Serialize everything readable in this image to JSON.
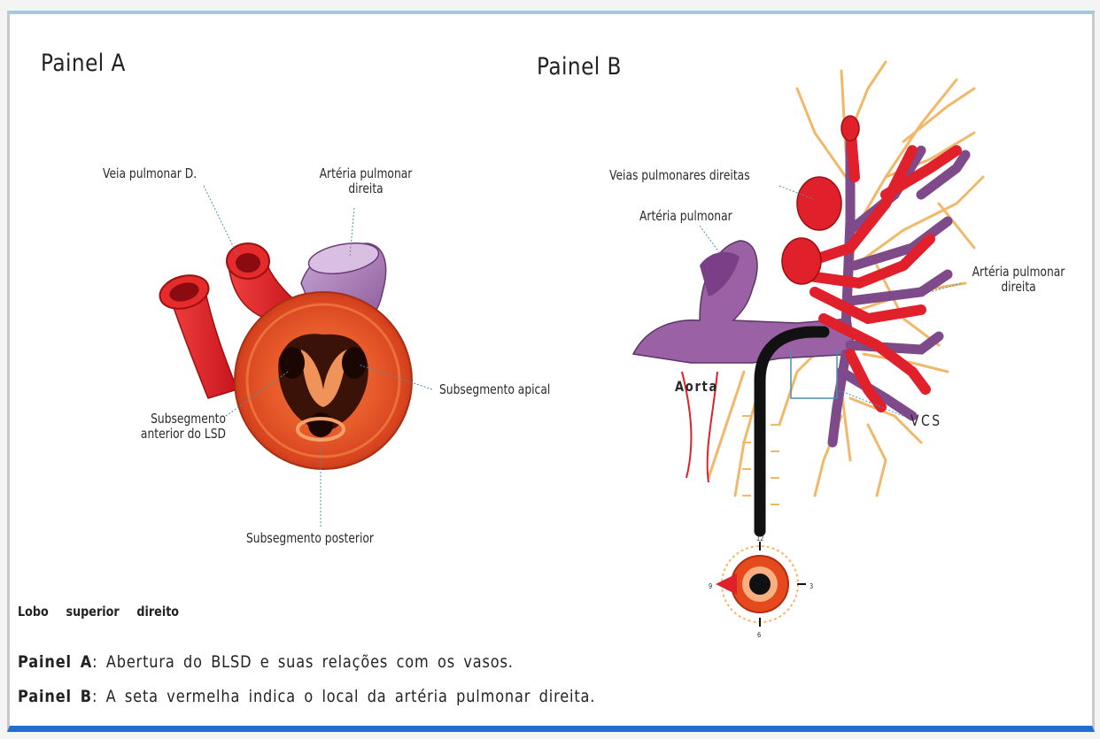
{
  "panel_a": {
    "title": "Painel A",
    "labels": {
      "vein": "Veia pulmonar D.",
      "artery_line1": "Artéria pulmonar",
      "artery_line2": "direita",
      "apical": "Subsegmento apical",
      "anterior_line1": "Subsegmento",
      "anterior_line2": "anterior do LSD",
      "posterior": "Subsegmento posterior"
    }
  },
  "panel_b": {
    "title": "Painel B",
    "labels": {
      "veins": "Veias pulmonares direitas",
      "artery": "Artéria pulmonar",
      "right_artery_line1": "Artéria pulmonar",
      "right_artery_line2": "direita",
      "aorta": "Aorta",
      "vcs": "VCS"
    },
    "clock_labels": {
      "top": "12",
      "right": "3",
      "bottom": "6",
      "left": "9"
    }
  },
  "lobe_label": "Lobo superior direito",
  "captions": [
    {
      "key": "Painel A",
      "text": ": Abertura do BLSD e suas relações com os vasos."
    },
    {
      "key": "Painel B",
      "text": ": A seta vermelha indica o local da artéria pulmonar direita."
    }
  ],
  "colors": {
    "artery_red": "#e0202a",
    "vein_purple": "#8e4f8a",
    "bronchus_orange": "#e9592a",
    "lymph_yellow": "#f2b86a",
    "frame_blue": "#1f6fd1"
  }
}
